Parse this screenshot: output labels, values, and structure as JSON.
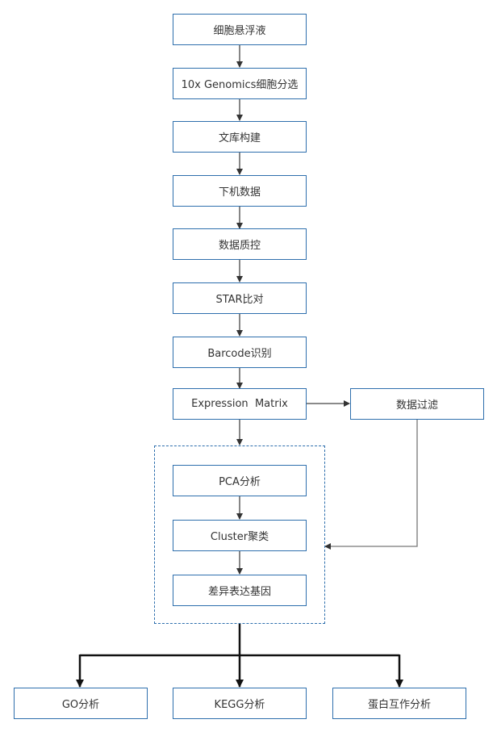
{
  "steps": {
    "s1": "细胞悬浮液",
    "s2": "10x Genomics细胞分选",
    "s3": "文库构建",
    "s4": "下机数据",
    "s5": "数据质控",
    "s6": "STAR比对",
    "s7": "Barcode识别",
    "s8": "Expression  Matrix",
    "filter": "数据过滤"
  },
  "group": {
    "pca": "PCA分析",
    "cluster": "Cluster聚类",
    "deg": "差异表达基因"
  },
  "outputs": {
    "go": "GO分析",
    "kegg": "KEGG分析",
    "ppi": "蛋白互作分析"
  },
  "colors": {
    "border": "#2e6fad",
    "line": "#333333",
    "line_light": "#555555",
    "text": "#333333"
  }
}
